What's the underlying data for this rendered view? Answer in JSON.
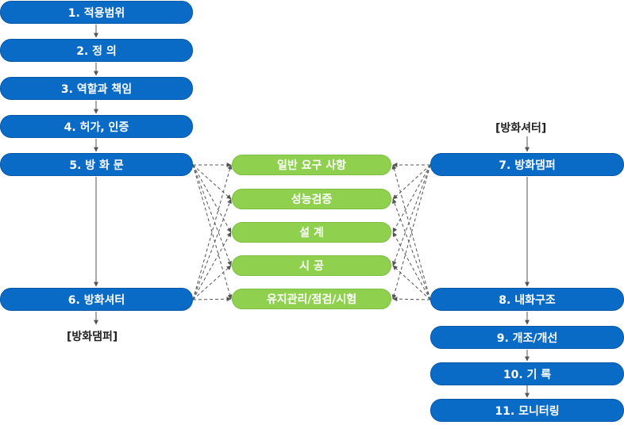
{
  "left_steps": [
    {
      "id": "s1",
      "label": "1. 적용범위"
    },
    {
      "id": "s2",
      "label": "2. 정      의"
    },
    {
      "id": "s3",
      "label": "3. 역할과 책임"
    },
    {
      "id": "s4",
      "label": "4. 허가, 인증"
    },
    {
      "id": "s5",
      "label": "5. 방 화 문"
    },
    {
      "id": "s6",
      "label": "6. 방화셔터"
    }
  ],
  "left_note": "[방화댐퍼]",
  "center_items": [
    {
      "id": "c1",
      "label": "일반 요구 사항"
    },
    {
      "id": "c2",
      "label": "성능검증"
    },
    {
      "id": "c3",
      "label": "설      계"
    },
    {
      "id": "c4",
      "label": "시      공"
    },
    {
      "id": "c5",
      "label": "유지관리/점검/시험"
    }
  ],
  "right_note": "[방화셔터]",
  "right_steps": [
    {
      "id": "s7",
      "label": "7. 방화댐퍼"
    },
    {
      "id": "s8",
      "label": "8. 내화구조"
    },
    {
      "id": "s9",
      "label": "9. 개조/개선"
    },
    {
      "id": "s10",
      "label": "10. 기      록"
    },
    {
      "id": "s11",
      "label": "11. 모니터링"
    }
  ],
  "colors": {
    "step_blue": "#0a6bc6",
    "item_green": "#8fd14f",
    "connector": "#555555"
  }
}
